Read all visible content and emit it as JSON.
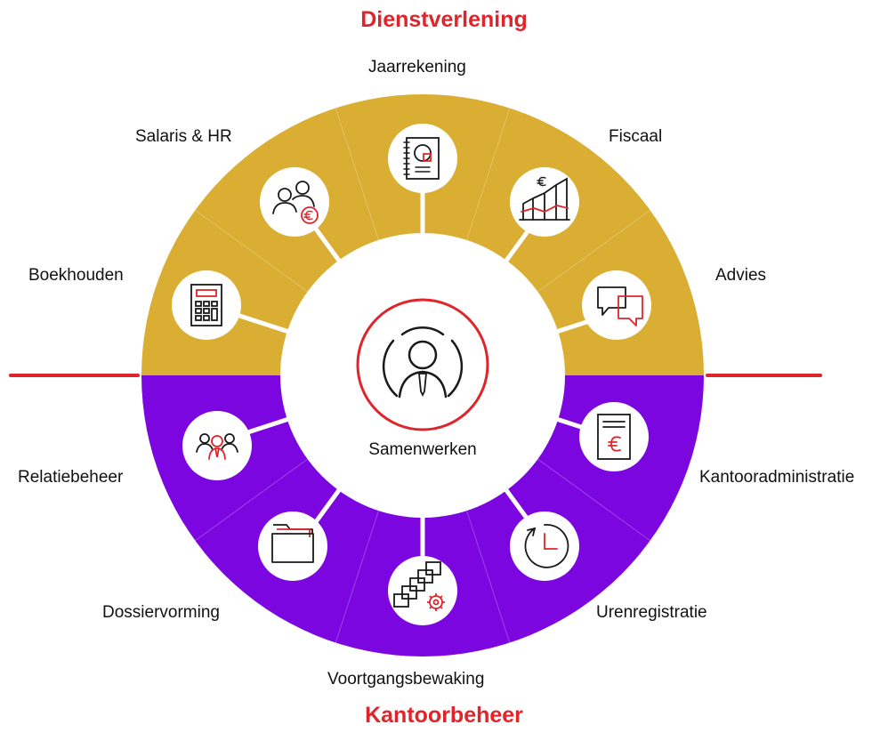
{
  "colors": {
    "top_ring": "#D9AE33",
    "bottom_ring": "#7B06E0",
    "accent_red": "#E0242B",
    "separator_red": "#E0242B",
    "icon_stroke": "#1A1A1A",
    "title_red": "#E0242B"
  },
  "diagram": {
    "top_title": "Dienstverlening",
    "bottom_title": "Kantoorbeheer",
    "center": {
      "label": "Samenwerken",
      "icon": "person-in-circle-icon"
    },
    "top_segments": [
      {
        "label": "Boekhouden",
        "icon": "calculator-icon"
      },
      {
        "label": "Salaris & HR",
        "icon": "people-euro-icon"
      },
      {
        "label": "Jaarrekening",
        "icon": "report-chart-icon"
      },
      {
        "label": "Fiscaal",
        "icon": "euro-growth-chart-icon"
      },
      {
        "label": "Advies",
        "icon": "speech-bubbles-icon"
      }
    ],
    "bottom_segments": [
      {
        "label": "Relatiebeheer",
        "icon": "people-group-icon"
      },
      {
        "label": "Dossiervorming",
        "icon": "folder-icon"
      },
      {
        "label": "Voortgangsbewaking",
        "icon": "stacked-documents-gear-icon"
      },
      {
        "label": "Urenregistratie",
        "icon": "clock-icon"
      },
      {
        "label": "Kantooradministratie",
        "icon": "euro-document-icon"
      }
    ]
  }
}
